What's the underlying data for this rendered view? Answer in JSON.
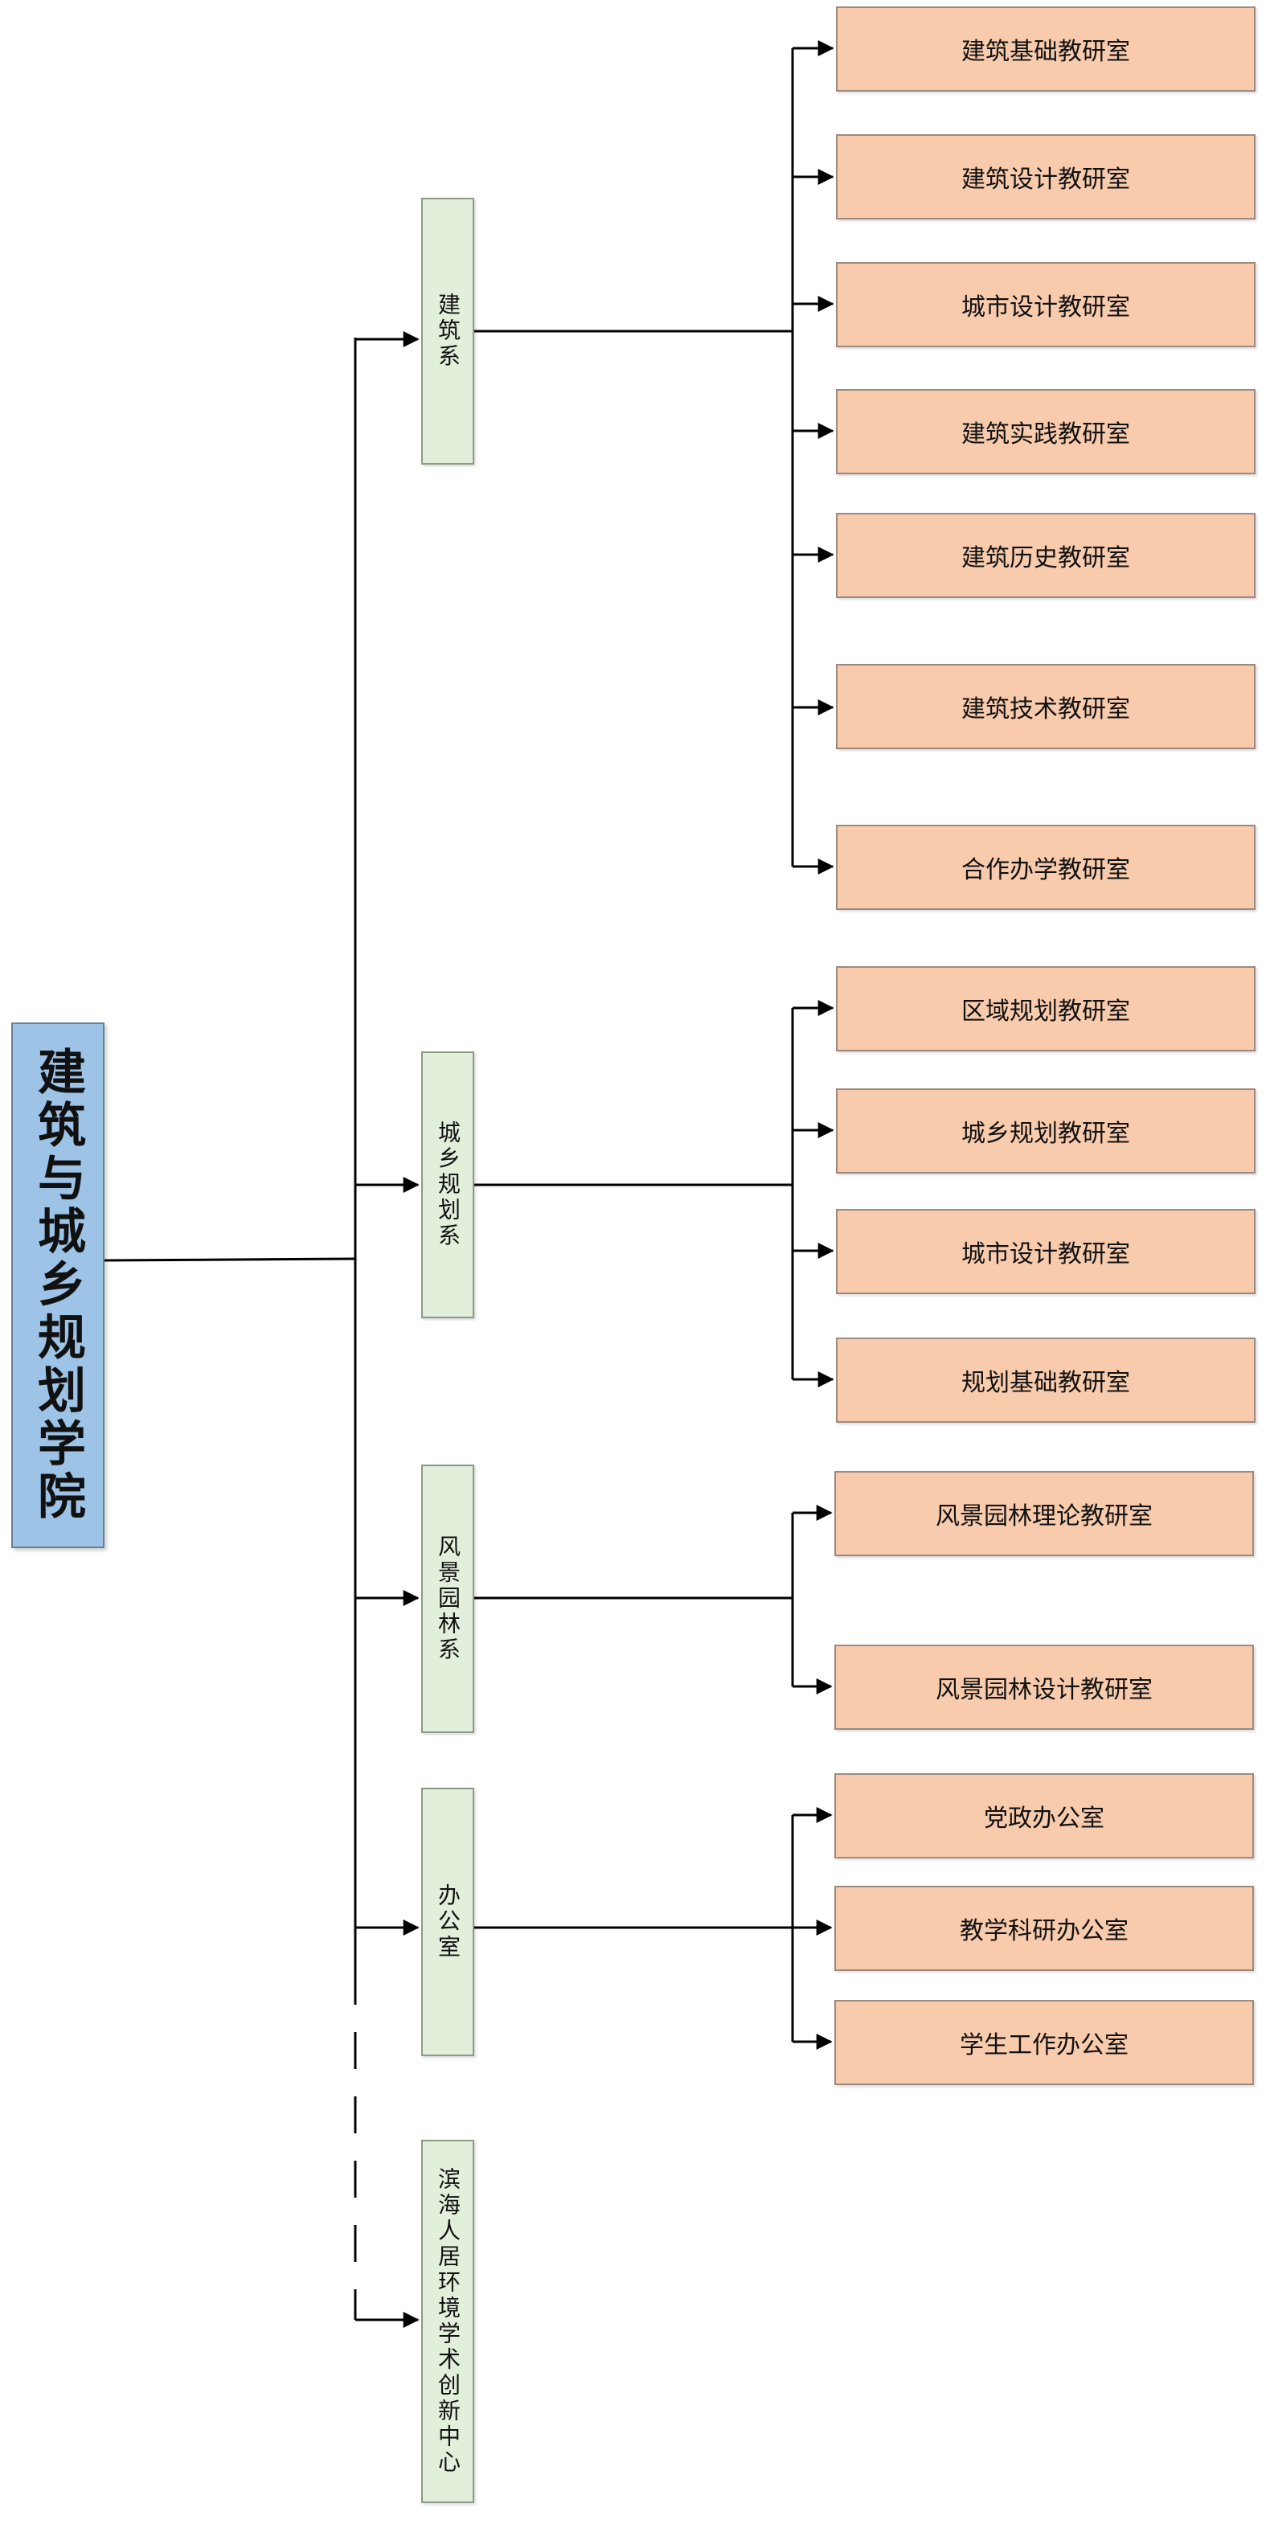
{
  "root": {
    "label": "建筑与城乡规划学院"
  },
  "departments": [
    {
      "label": "建筑系",
      "rooms": [
        "建筑基础教研室",
        "建筑设计教研室",
        "城市设计教研室",
        "建筑实践教研室",
        "建筑历史教研室",
        "建筑技术教研室",
        "合作办学教研室"
      ]
    },
    {
      "label": "城乡规划系",
      "rooms": [
        "区域规划教研室",
        "城乡规划教研室",
        "城市设计教研室",
        "规划基础教研室"
      ]
    },
    {
      "label": "风景园林系",
      "rooms": [
        "风景园林理论教研室",
        "风景园林设计教研室"
      ]
    },
    {
      "label": "办公室",
      "rooms": [
        "党政办公室",
        "教学科研办公室",
        "学生工作办公室"
      ]
    },
    {
      "label": "滨海人居环境学术创新中心",
      "rooms": []
    }
  ],
  "colors": {
    "root_fill": "#9dc3e6",
    "dept_fill": "#e2efda",
    "room_fill": "#f8cbad",
    "line": "#000000"
  }
}
